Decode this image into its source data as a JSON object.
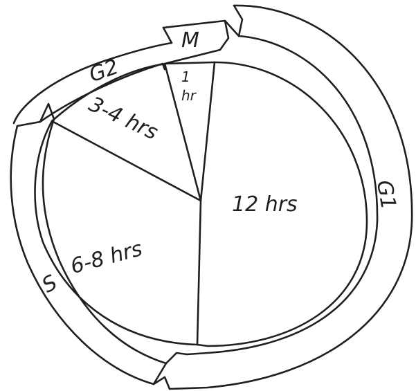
{
  "diagram": {
    "phases": [
      {
        "id": "g1",
        "label": "G1"
      },
      {
        "id": "s",
        "label": "S"
      },
      {
        "id": "g2",
        "label": "G2"
      },
      {
        "id": "m",
        "label": "M"
      }
    ],
    "durations": [
      {
        "id": "g1",
        "label": "12 hrs"
      },
      {
        "id": "s",
        "label": "6-8 hrs"
      },
      {
        "id": "g2",
        "label": "3-4 hrs"
      },
      {
        "id": "m",
        "label_line1": "1",
        "label_line2": "hr"
      }
    ]
  }
}
